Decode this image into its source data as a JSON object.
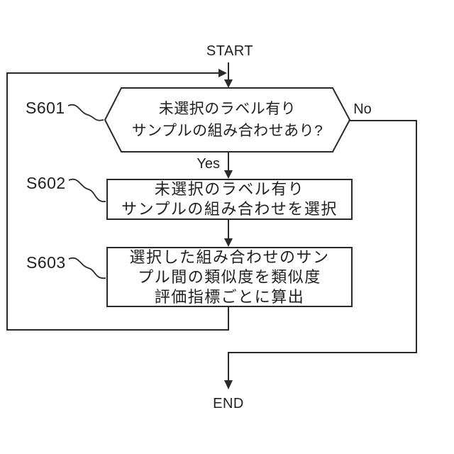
{
  "flowchart": {
    "start_label": "START",
    "end_label": "END",
    "branches": {
      "yes": "Yes",
      "no": "No"
    },
    "steps": [
      {
        "id": "S601",
        "type": "decision",
        "lines": [
          "未選択のラベル有り",
          "サンプルの組み合わせあり?"
        ]
      },
      {
        "id": "S602",
        "type": "process",
        "lines": [
          "未選択のラベル有り",
          "サンプルの組み合わせを選択"
        ]
      },
      {
        "id": "S603",
        "type": "process",
        "lines": [
          "選択した組み合わせのサン",
          "プル間の類似度を類似度",
          "評価指標ごとに算出"
        ]
      }
    ],
    "colors": {
      "line": "#2a2a2a",
      "text": "#1f1f1f",
      "background": "#ffffff"
    }
  }
}
